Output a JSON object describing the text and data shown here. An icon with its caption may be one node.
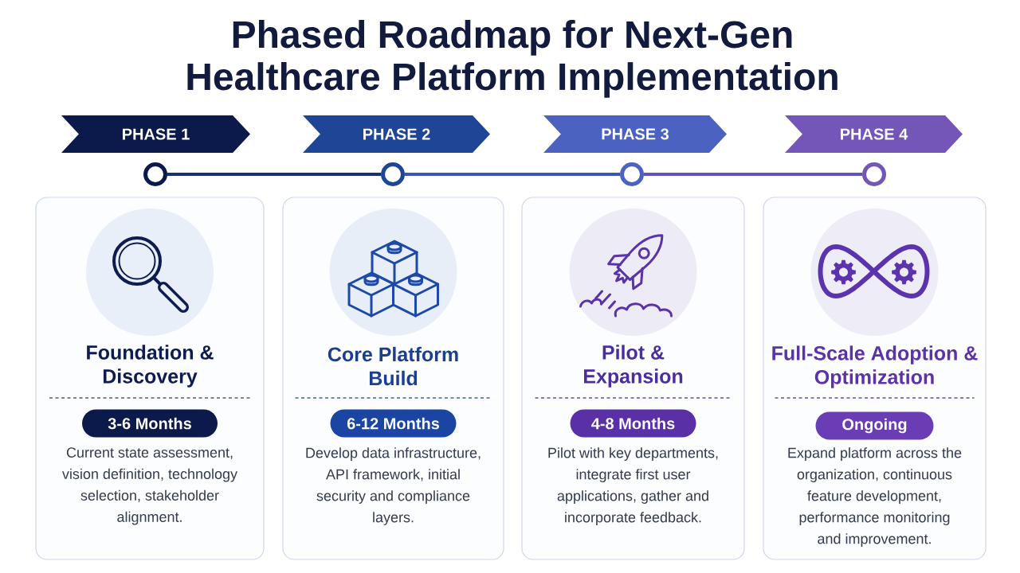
{
  "diagram": {
    "title": "Phased Roadmap for Next-Gen Healthcare Platform Implementation",
    "nodes": [
      {
        "text": [
          "PHASE 1"
        ]
      },
      {
        "text": [
          "PHASE 2"
        ]
      },
      {
        "text": [
          "PHASE 3"
        ]
      },
      {
        "text": [
          "PHASE 4"
        ]
      },
      {
        "text": [],
        "shape": "circle"
      },
      {
        "text": [],
        "shape": "circle"
      },
      {
        "text": [],
        "shape": "circle"
      },
      {
        "text": [],
        "shape": "circle"
      },
      {
        "text": [
          "Foundation & Discovery",
          "Current state assessment, vision definition, technology selection, stakeholder alignment."
        ]
      },
      {
        "text": [
          "3-6 Months"
        ],
        "in": 8
      },
      {
        "text": [
          "Core Platform Build",
          "Develop data infrastructure, API framework, initial security and compliance layers."
        ]
      },
      {
        "text": [
          "6-12 Months"
        ],
        "in": 10
      },
      {
        "text": [
          "Pilot & Expansion",
          "Pilot with key departments, integrate first user applications, gather and incorporate feedback."
        ]
      },
      {
        "text": [
          "4-8 Months"
        ],
        "in": 12
      },
      {
        "text": [
          "Full-Scale Adoption & Optimization",
          "Expand platform across the organization, continuous feature development, performance monitoring and improvement."
        ]
      },
      {
        "text": [
          "Ongoing"
        ],
        "in": 14
      }
    ],
    "edges": [
      {
        "from": 4,
        "to": 5,
        "arrow": "none",
        "color": "#1b2f70"
      },
      {
        "from": 5,
        "to": 6,
        "arrow": "none",
        "color": "#3a55b4"
      },
      {
        "from": 6,
        "to": 7,
        "arrow": "none",
        "color": "#5d55bb"
      }
    ]
  }
}
